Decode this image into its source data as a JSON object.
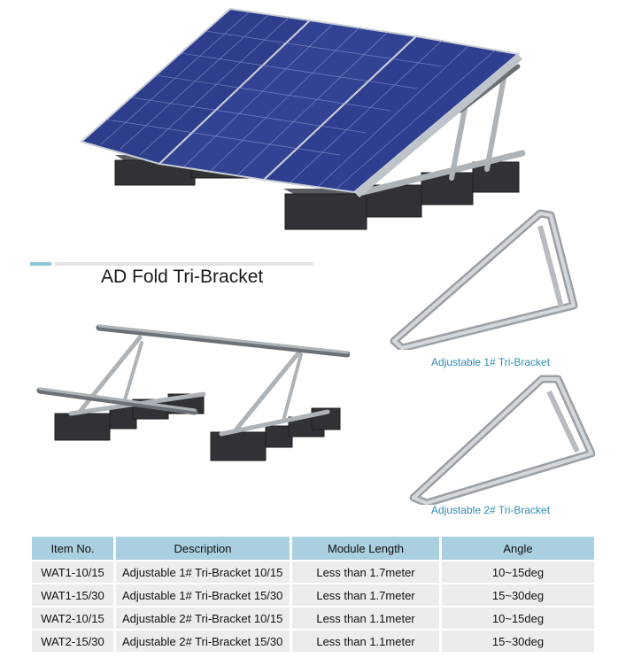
{
  "section_title": "AD Fold Tri-Bracket",
  "captions": {
    "bracket_1": "Adjustable 1# Tri-Bracket",
    "bracket_2": "Adjustable 2# Tri-Bracket"
  },
  "table": {
    "headers": [
      "Item No.",
      "Description",
      "Module Length",
      "Angle"
    ],
    "rows": [
      {
        "item": "WAT1-10/15",
        "description": "Adjustable 1# Tri-Bracket 10/15",
        "module_length": "Less than 1.7meter",
        "angle": "10~15deg"
      },
      {
        "item": "WAT1-15/30",
        "description": "Adjustable 1# Tri-Bracket 15/30",
        "module_length": "Less than 1.7meter",
        "angle": "15~30deg"
      },
      {
        "item": "WAT2-10/15",
        "description": "Adjustable 2# Tri-Bracket 10/15",
        "module_length": "Less than 1.1meter",
        "angle": "10~15deg"
      },
      {
        "item": "WAT2-15/30",
        "description": "Adjustable 2# Tri-Bracket 15/30",
        "module_length": "Less than 1.1meter",
        "angle": "15~30deg"
      }
    ]
  },
  "colors": {
    "header_bg": "#a9cfe0",
    "row_bg": "#ececec",
    "caption": "#2d8fb3",
    "accent": "#8fc4d6"
  }
}
